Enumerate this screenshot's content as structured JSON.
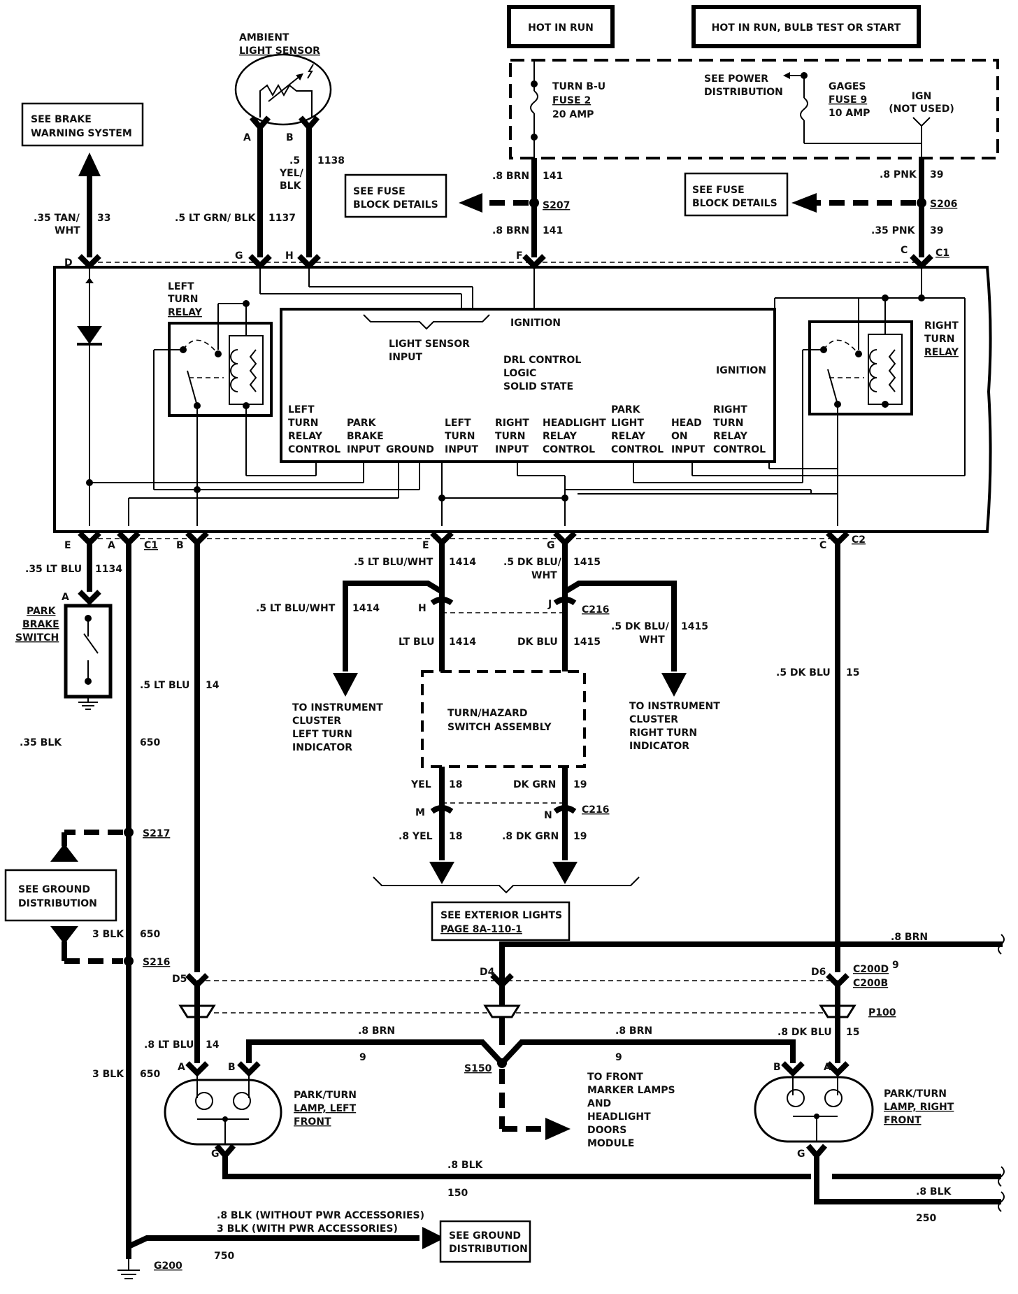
{
  "header": {
    "hot_run": "HOT IN RUN",
    "hot_run_bulb": "HOT IN RUN, BULB TEST OR START"
  },
  "fuse_block": {
    "turn_fuse_l1": "TURN B-U",
    "turn_fuse_l2": "FUSE 2",
    "turn_fuse_l3": "20 AMP",
    "power_l1": "SEE POWER",
    "power_l2": "DISTRIBUTION",
    "gages_l1": "GAGES",
    "gages_l2": "FUSE 9",
    "gages_l3": "10 AMP",
    "ign_l1": "IGN",
    "ign_l2": "(NOT USED)"
  },
  "refs": {
    "brake_l1": "SEE BRAKE",
    "brake_l2": "WARNING SYSTEM",
    "fuse_l1": "SEE FUSE",
    "fuse_l2": "BLOCK DETAILS",
    "ground_l1": "SEE GROUND",
    "ground_l2": "DISTRIBUTION",
    "ext_l1": "SEE EXTERIOR LIGHTS",
    "ext_l2": "PAGE 8A-110-1"
  },
  "sensor": {
    "l1": "AMBIENT",
    "l2": "LIGHT SENSOR",
    "pin_a": "A",
    "pin_b": "B"
  },
  "module": {
    "left_relay": [
      "LEFT",
      "TURN",
      "RELAY"
    ],
    "right_relay": [
      "RIGHT",
      "TURN",
      "RELAY"
    ],
    "light_sensor": [
      "LIGHT SENSOR",
      "INPUT"
    ],
    "ignition": "IGNITION",
    "logic": [
      "DRL CONTROL",
      "LOGIC",
      "SOLID STATE"
    ],
    "pins": [
      [
        "LEFT",
        "TURN",
        "RELAY",
        "CONTROL"
      ],
      [
        "PARK",
        "BRAKE",
        "INPUT"
      ],
      [
        "GROUND"
      ],
      [
        "LEFT",
        "TURN",
        "INPUT"
      ],
      [
        "RIGHT",
        "TURN",
        "INPUT"
      ],
      [
        "HEADLIGHT",
        "RELAY",
        "CONTROL"
      ],
      [
        "PARK",
        "LIGHT",
        "RELAY",
        "CONTROL"
      ],
      [
        "HEAD",
        "ON",
        "INPUT"
      ],
      [
        "RIGHT",
        "TURN",
        "RELAY",
        "CONTROL"
      ]
    ]
  },
  "wires": {
    "w_tan": ".35 TAN/",
    "w_tan2": "WHT",
    "c33": "33",
    "w_ltgrn": ".5 LT GRN/ BLK",
    "c1137": "1137",
    "w_5": ".5",
    "w_yel": "YEL/",
    "w_blk": "BLK",
    "c1138": "1138",
    "w_8brn": ".8 BRN",
    "c141": "141",
    "s207": "S207",
    "w_8pnk": ".8 PNK",
    "c39": "39",
    "s206": "S206",
    "w_35pnk": ".35 PNK",
    "w_35ltblu": ".35 LT BLU",
    "c1134": "1134",
    "w_ltbluwht": ".5 LT BLU/WHT",
    "c1414": "1414",
    "w_dkblu": ".5 DK BLU/",
    "w_wht": "WHT",
    "c1415": "1415",
    "c216": "C216",
    "ltblu": "LT BLU",
    "dkblu": "DK BLU",
    "w_5ltblu": ".5 LT BLU",
    "c14": "14",
    "w_5dkblu": ".5 DK BLU",
    "c15": "15",
    "w_35blk": ".35 BLK",
    "c650": "650",
    "s217": "S217",
    "w_3blk": "3 BLK",
    "s216": "S216",
    "yel": "YEL",
    "c18": "18",
    "dkgrn": "DK GRN",
    "c19": "19",
    "w_8yel": ".8 YEL",
    "w_8dkgrn": ".8 DK GRN",
    "c9": "9",
    "c200d": "C200D",
    "c200b": "C200B",
    "p100": "P100",
    "w_8ltblu": ".8 LT BLU",
    "w_8dkblu": ".8 DK BLU",
    "s150": "S150",
    "w_8blk": ".8 BLK",
    "c150": "150",
    "c250": "250",
    "g200": "G200",
    "c750": "750",
    "gnd_l1": ".8 BLK  (WITHOUT PWR ACCESSORIES)",
    "gnd_l2": "3 BLK  (WITH PWR ACCESSORIES)",
    "c1": "C1",
    "c2": "C2",
    "pin_d": "D",
    "pin_g": "G",
    "pin_h": "H",
    "pin_f": "F",
    "pin_c": "C",
    "pin_e": "E",
    "pin_a": "A",
    "pin_b": "B",
    "pin_j": "J",
    "pin_m": "M",
    "pin_n": "N",
    "d5": "D5",
    "d4": "D4",
    "d6": "D6"
  },
  "switches": {
    "park_brake": [
      "PARK",
      "BRAKE",
      "SWITCH"
    ],
    "turn_hazard": [
      "TURN/HAZARD",
      "SWITCH ASSEMBLY"
    ]
  },
  "indicators": {
    "left": [
      "TO INSTRUMENT",
      "CLUSTER",
      "LEFT TURN",
      "INDICATOR"
    ],
    "right": [
      "TO INSTRUMENT",
      "CLUSTER",
      "RIGHT TURN",
      "INDICATOR"
    ]
  },
  "lamps": {
    "left": [
      "PARK/TURN",
      "LAMP, LEFT",
      "FRONT"
    ],
    "right": [
      "PARK/TURN",
      "LAMP, RIGHT",
      "FRONT"
    ],
    "front": [
      "TO FRONT",
      "MARKER LAMPS",
      "AND",
      "HEADLIGHT",
      "DOORS",
      "MODULE"
    ]
  }
}
